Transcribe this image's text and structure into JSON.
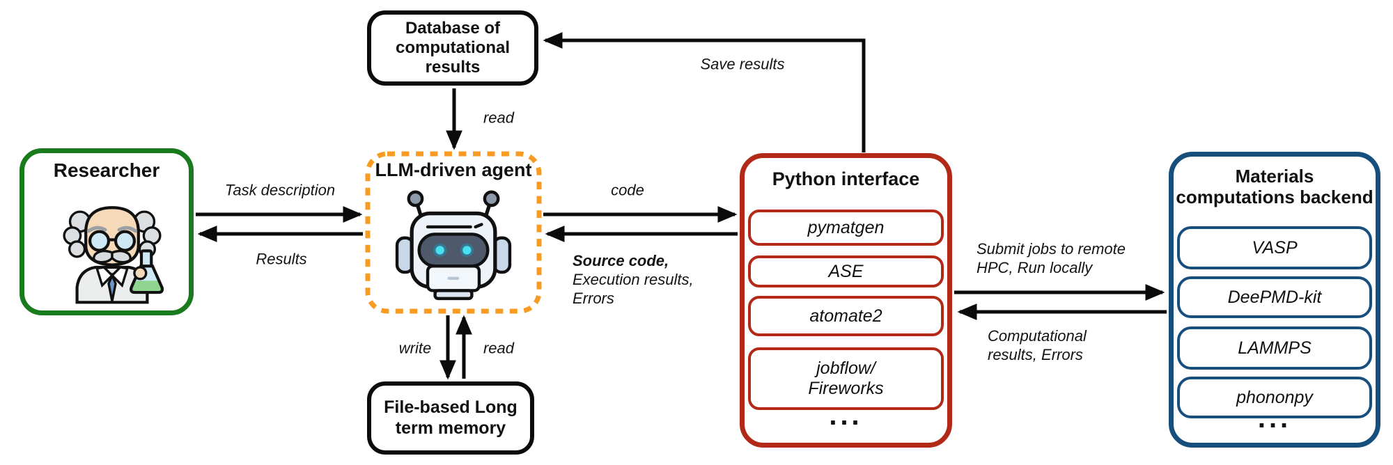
{
  "nodes": {
    "researcher": {
      "title": "Researcher"
    },
    "database": {
      "title": "Database of\ncomputational\nresults"
    },
    "llm_agent": {
      "title": "LLM-driven agent"
    },
    "memory": {
      "title": "File-based Long\nterm memory"
    },
    "python_interface": {
      "title": "Python interface",
      "items": [
        "pymatgen",
        "ASE",
        "atomate2",
        "jobflow/\nFireworks"
      ],
      "more": "..."
    },
    "backend": {
      "title": "Materials\ncomputations backend",
      "items": [
        "VASP",
        "DeePMD-kit",
        "LAMMPS",
        "phononpy"
      ],
      "more": "..."
    }
  },
  "edges": {
    "task_description": "Task description",
    "results": "Results",
    "db_read": "read",
    "save_results": "Save results",
    "code": "code",
    "source_code": "Source code,",
    "source_code_detail": "Execution results,\nErrors",
    "memory_write": "write",
    "memory_read": "read",
    "submit_jobs": "Submit jobs to remote\nHPC, Run locally",
    "computational_results": "Computational\nresults, Errors"
  },
  "colors": {
    "researcher_border": "#1a7a1e",
    "llm_border": "#f89b22",
    "python_border": "#b22a17",
    "backend_border": "#164e7d",
    "plain_border": "#0b0b0b",
    "arrow": "#0b0b0b"
  }
}
